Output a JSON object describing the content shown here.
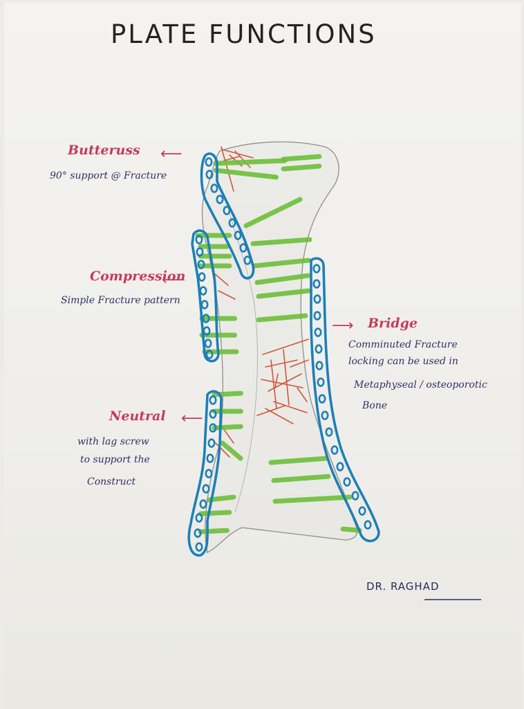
{
  "title": "PLATE   FUNCTIONS",
  "labels": {
    "butteruss": {
      "heading": "Butteruss",
      "description": "90° support @ Fracture"
    },
    "compression": {
      "heading": "Compression",
      "description": "Simple  Fracture pattern"
    },
    "bridge": {
      "heading": "Bridge",
      "description_lines": [
        "Comminuted Fracture",
        "locking can be used in",
        "Metaphyseal / osteoporotic",
        "Bone"
      ]
    },
    "neutral": {
      "heading": "Neutral",
      "description_lines": [
        "with lag screw",
        "to support the",
        "Construct"
      ]
    }
  },
  "signature": "DR. RAGHAD",
  "colors": {
    "plate": "#1c7fb6",
    "screw": "#6fbf3e",
    "fracture": "#d2553a",
    "heading": "#c63a5c",
    "text": "#2f3167"
  }
}
